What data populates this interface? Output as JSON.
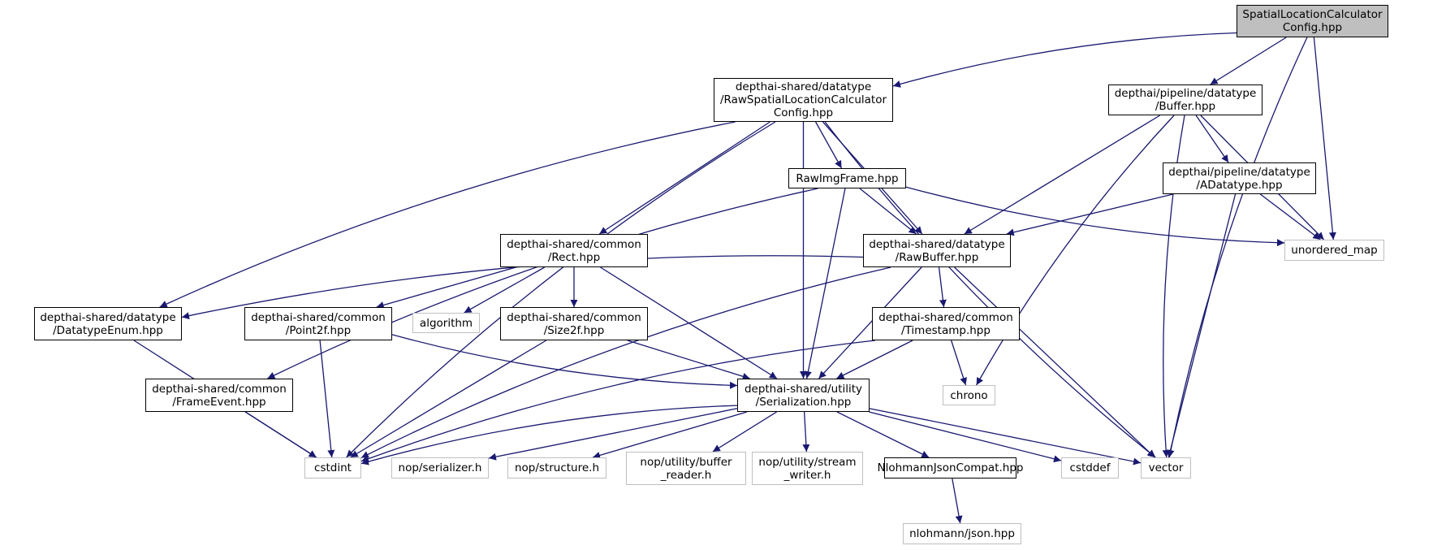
{
  "title": "SpatialLocationCalculatorConfig.hpp include dependency graph",
  "colors": {
    "edge": "#191970",
    "root_fill": "#bfbfbf",
    "project_border": "#000000",
    "external_border": "#bfbfbf"
  },
  "nodes": {
    "root": {
      "label": "SpatialLocationCalculator\nConfig.hpp",
      "kind": "root"
    },
    "rawslc": {
      "label": "depthai-shared/datatype\n/RawSpatialLocationCalculator\nConfig.hpp",
      "kind": "project"
    },
    "buffer": {
      "label": "depthai/pipeline/datatype\n/Buffer.hpp",
      "kind": "project"
    },
    "rawimg": {
      "label": "RawImgFrame.hpp",
      "kind": "project"
    },
    "adatatype": {
      "label": "depthai/pipeline/datatype\n/ADatatype.hpp",
      "kind": "project"
    },
    "umap": {
      "label": "unordered_map",
      "kind": "external"
    },
    "rect": {
      "label": "depthai-shared/common\n/Rect.hpp",
      "kind": "project"
    },
    "rawbuffer": {
      "label": "depthai-shared/datatype\n/RawBuffer.hpp",
      "kind": "project"
    },
    "dtenum": {
      "label": "depthai-shared/datatype\n/DatatypeEnum.hpp",
      "kind": "project"
    },
    "point2f": {
      "label": "depthai-shared/common\n/Point2f.hpp",
      "kind": "project"
    },
    "algorithm": {
      "label": "algorithm",
      "kind": "external"
    },
    "size2f": {
      "label": "depthai-shared/common\n/Size2f.hpp",
      "kind": "project"
    },
    "timestamp": {
      "label": "depthai-shared/common\n/Timestamp.hpp",
      "kind": "project"
    },
    "chrono": {
      "label": "chrono",
      "kind": "external"
    },
    "frameevent": {
      "label": "depthai-shared/common\n/FrameEvent.hpp",
      "kind": "project"
    },
    "serialization": {
      "label": "depthai-shared/utility\n/Serialization.hpp",
      "kind": "project"
    },
    "cstdint": {
      "label": "cstdint",
      "kind": "external"
    },
    "serializer": {
      "label": "nop/serializer.h",
      "kind": "external"
    },
    "structure": {
      "label": "nop/structure.h",
      "kind": "external"
    },
    "bufreader": {
      "label": "nop/utility/buffer\n_reader.h",
      "kind": "external"
    },
    "streamwriter": {
      "label": "nop/utility/stream\n_writer.h",
      "kind": "external"
    },
    "nlohcompat": {
      "label": "NlohmannJsonCompat.hpp",
      "kind": "project"
    },
    "cstddef": {
      "label": "cstddef",
      "kind": "external"
    },
    "vector": {
      "label": "vector",
      "kind": "external"
    },
    "json": {
      "label": "nlohmann/json.hpp",
      "kind": "external"
    }
  },
  "edges": [
    [
      "root",
      "rawslc"
    ],
    [
      "root",
      "buffer"
    ],
    [
      "root",
      "umap"
    ],
    [
      "root",
      "vector"
    ],
    [
      "rawslc",
      "rawimg"
    ],
    [
      "rawslc",
      "rect"
    ],
    [
      "rawslc",
      "rawbuffer"
    ],
    [
      "rawslc",
      "dtenum"
    ],
    [
      "rawslc",
      "serialization"
    ],
    [
      "rawslc",
      "cstdint"
    ],
    [
      "rawslc",
      "vector"
    ],
    [
      "buffer",
      "adatatype"
    ],
    [
      "buffer",
      "rawbuffer"
    ],
    [
      "buffer",
      "umap"
    ],
    [
      "buffer",
      "chrono"
    ],
    [
      "buffer",
      "vector"
    ],
    [
      "rawimg",
      "rawbuffer"
    ],
    [
      "rawimg",
      "frameevent"
    ],
    [
      "rawimg",
      "serialization"
    ],
    [
      "rawimg",
      "umap"
    ],
    [
      "adatatype",
      "rawbuffer"
    ],
    [
      "adatatype",
      "umap"
    ],
    [
      "adatatype",
      "vector"
    ],
    [
      "rect",
      "point2f"
    ],
    [
      "rect",
      "size2f"
    ],
    [
      "rect",
      "algorithm"
    ],
    [
      "rect",
      "serialization"
    ],
    [
      "rawbuffer",
      "dtenum"
    ],
    [
      "rawbuffer",
      "timestamp"
    ],
    [
      "rawbuffer",
      "serialization"
    ],
    [
      "rawbuffer",
      "cstdint"
    ],
    [
      "rawbuffer",
      "vector"
    ],
    [
      "dtenum",
      "cstdint"
    ],
    [
      "point2f",
      "serialization"
    ],
    [
      "point2f",
      "cstdint"
    ],
    [
      "size2f",
      "serialization"
    ],
    [
      "size2f",
      "cstdint"
    ],
    [
      "timestamp",
      "serialization"
    ],
    [
      "timestamp",
      "chrono"
    ],
    [
      "timestamp",
      "cstdint"
    ],
    [
      "frameevent",
      "cstdint"
    ],
    [
      "serialization",
      "cstdint"
    ],
    [
      "serialization",
      "serializer"
    ],
    [
      "serialization",
      "structure"
    ],
    [
      "serialization",
      "bufreader"
    ],
    [
      "serialization",
      "streamwriter"
    ],
    [
      "serialization",
      "nlohcompat"
    ],
    [
      "serialization",
      "cstddef"
    ],
    [
      "serialization",
      "vector"
    ],
    [
      "nlohcompat",
      "json"
    ]
  ]
}
